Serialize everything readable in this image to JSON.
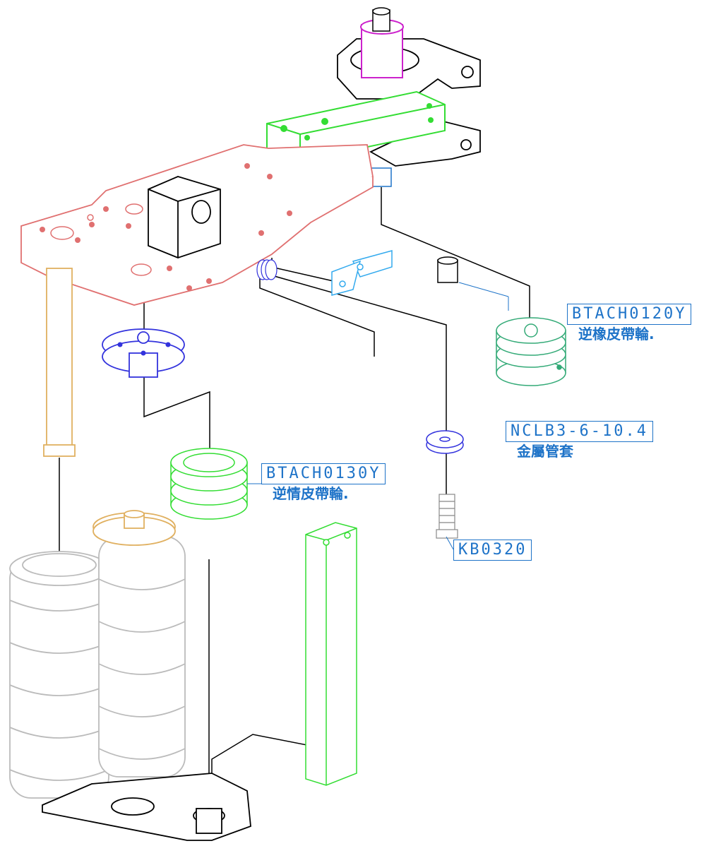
{
  "parts": [
    {
      "code": "BTACH0120Y",
      "desc": "逆橡皮帶輪."
    },
    {
      "code": "NCLB3-6-10.4",
      "desc": "金屬管套"
    },
    {
      "code": "BTACH0130Y",
      "desc": "逆情皮帶輪."
    },
    {
      "code": "KB0320",
      "desc": ""
    }
  ],
  "colors": {
    "frame": "#e07070",
    "clamp": "#33dd33",
    "label": "#1e73c8",
    "shaft": "#e0b060",
    "flange": "#3333dd",
    "bracket": "#33aaee",
    "pulley_green": "#33aa77",
    "bellows": "#bbbbbb",
    "spindle": "#cc22cc"
  }
}
